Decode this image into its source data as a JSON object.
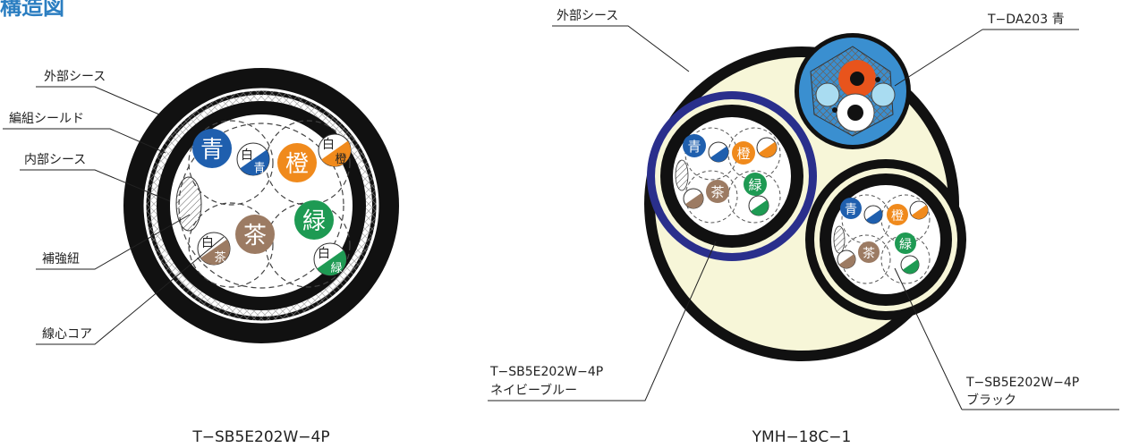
{
  "heading": "構造図",
  "left": {
    "labels": [
      "外部シース",
      "編組シールド",
      "内部シース",
      "補強紐",
      "線心コア"
    ],
    "caption": "T−SB5E202W−4P",
    "pairs": [
      {
        "color": "青",
        "stripe": "白",
        "mix": "青"
      },
      {
        "color": "橙",
        "stripe": "白",
        "mix": "橙"
      },
      {
        "color": "茶",
        "stripe": "白",
        "mix": "茶"
      },
      {
        "color": "緑",
        "stripe": "白",
        "mix": "緑"
      }
    ]
  },
  "right": {
    "label_sheath": "外部シース",
    "label_da": "T−DA203 青",
    "label_navy_1": "T−SB5E202W−4P",
    "label_navy_2": "ネイビーブルー",
    "label_black_1": "T−SB5E202W−4P",
    "label_black_2": "ブラック",
    "caption": "YMH−18C−1"
  },
  "colors": {
    "blue": "#1f5fae",
    "orange": "#f08a1c",
    "brown": "#9c7b63",
    "green": "#1e9a53",
    "navy": "#2a2f8c",
    "cream": "#f7f6d8",
    "da_blue": "#3a8fd0",
    "heading": "#2b7ec1"
  }
}
